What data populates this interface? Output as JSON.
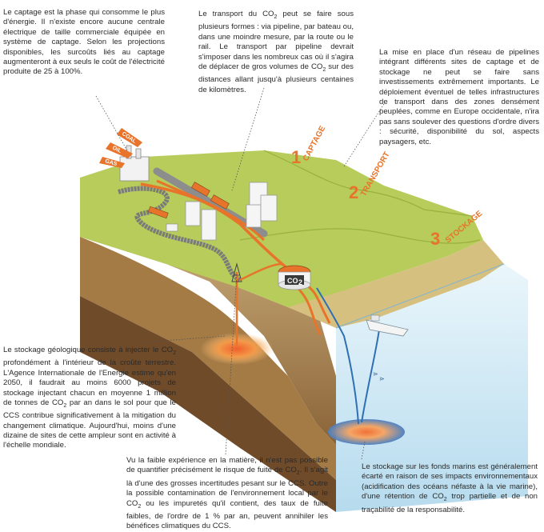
{
  "texts": {
    "captage_text": "Le captage est la phase qui consomme le plus d'énergie. Il n'existe encore aucune centrale électrique de taille commerciale équipée en système de captage. Selon les projections disponibles, les surcoûts liés au captage augmenteront à eux seuls le coût de l'électricité produite de 25 à 100%.",
    "transport_a": "Le transport du CO",
    "transport_b": " peut se faire sous plusieurs formes : via pipeline, par bateau ou, dans une moindre mesure, par la route ou le rail. Le transport par pipeline devrait s'imposer dans les nombreux cas où il s'agira de déplacer de gros volumes de CO",
    "transport_c": " sur des distances allant jusqu'à plusieurs centaines de kilomètres.",
    "reseau_text": "La mise en place d'un réseau de pipelines intégrant différents sites de captage et de stockage ne peut se faire sans investissements extrêmement importants. Le déploiement éventuel de telles infrastructures de transport dans des zones densément peuplées, comme en Europe occidentale, n'ira pas sans soulever des questions d'ordre divers : sécurité, disponibilité du sol, aspects paysagers, etc.",
    "geo_a": "Le stockage géologique consiste à injecter le CO",
    "geo_b": " profondément à l'intérieur de la croûte terrestre. L'Agence Internationale de l'Energie estime qu'en 2050, il faudrait au moins 6000 projets de stockage injectant chacun en moyenne 1 million de tonnes de CO",
    "geo_c": " par an dans le sol pour que le CCS contribue significativement à la mitigation du changement climatique. Aujourd'hui, moins d'une dizaine de sites de cette ampleur sont en activité à l'échelle mondiale.",
    "fuite_a": "Vu la faible expérience en la matière, il n'est pas possible de quantifier précisément le risque de fuite de CO",
    "fuite_b": ". Il s'agit là d'une des grosses incertitudes pesant sur le CCS. Outre la possible contamination de l'environnement local par le CO",
    "fuite_c": " ou les impuretés qu'il contient, des taux de fuite faibles, de l'ordre de 1 % par an, peuvent annihiler les bénéfices climatiques du CCS.",
    "marin_a": "Le stockage sur les fonds marins est généralement écarté en raison de ses impacts environnementaux (acidification des océans néfaste à la vie marine), d'une rétention de CO",
    "marin_b": " trop partielle et de non traçabilité de la responsabilité.",
    "subscript": "2"
  },
  "steps": [
    {
      "num": "1",
      "label": "CAPTAGE"
    },
    {
      "num": "2",
      "label": "TRANSPORT"
    },
    {
      "num": "3",
      "label": "STOCKAGE"
    }
  ],
  "fuels": [
    "COAL",
    "OIL",
    "GAS"
  ],
  "tank_label": "CO",
  "colors": {
    "accent": "#e8732a",
    "grass": "#b7cc5a",
    "water": "#cfe8f4",
    "soil": "#c9a26b"
  }
}
